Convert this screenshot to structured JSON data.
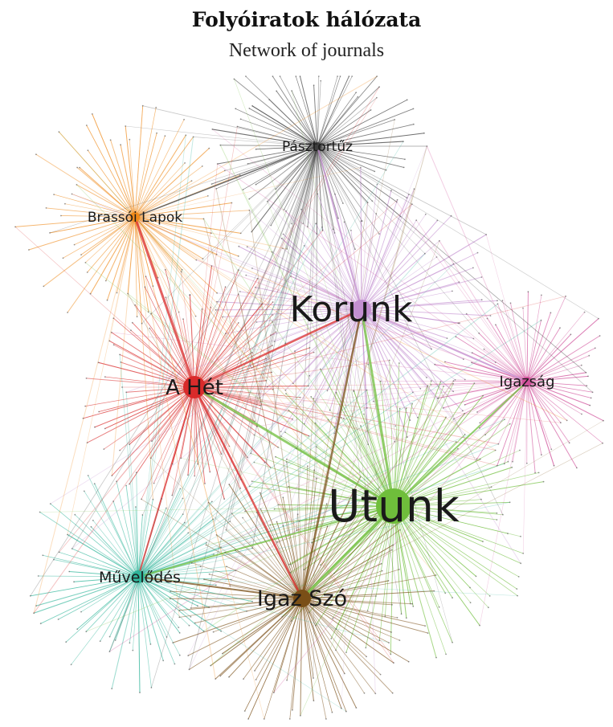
{
  "header": {
    "title": "Folyóiratok hálózata",
    "subtitle": "Network of journals"
  },
  "hubs": [
    {
      "id": "pasztortuz",
      "label": "Pásztortűz",
      "color": "#3d3d3d",
      "size": "small"
    },
    {
      "id": "brassoi-lapok",
      "label": "Brassói Lapok",
      "color": "#ef8a1a",
      "size": "small"
    },
    {
      "id": "korunk",
      "label": "Korunk",
      "color": "#c38fd0",
      "size": "large"
    },
    {
      "id": "a-het",
      "label": "A Hét",
      "color": "#d92b2b",
      "size": "medium"
    },
    {
      "id": "igazsag",
      "label": "Igazság",
      "color": "#d0509a",
      "size": "small"
    },
    {
      "id": "utunk",
      "label": "Utunk",
      "color": "#6fbe3b",
      "size": "xlarge"
    },
    {
      "id": "muvelodes",
      "label": "Művelődés",
      "color": "#2fb59a",
      "size": "small"
    },
    {
      "id": "igaz-szo",
      "label": "Igaz Szó",
      "color": "#7a4f17",
      "size": "medium"
    }
  ]
}
